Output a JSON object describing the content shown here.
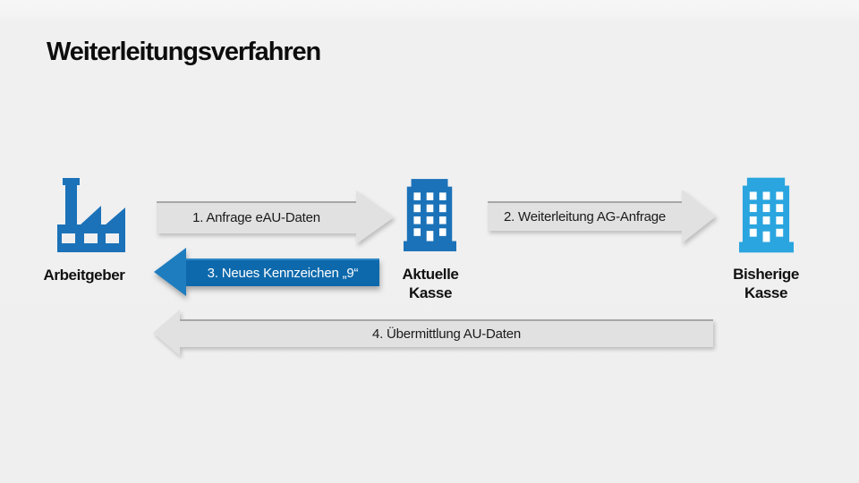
{
  "title": "Weiterleitungsverfahren",
  "nodes": [
    {
      "id": "arbeitgeber",
      "label": "Arbeitgeber",
      "icon": "factory-icon",
      "color": "#1b72b8"
    },
    {
      "id": "aktuelle-kasse",
      "label": "Aktuelle Kasse",
      "label_lines": {
        "0": "Aktuelle",
        "1": "Kasse"
      },
      "icon": "building-icon",
      "color": "#1b72b8"
    },
    {
      "id": "bisherige-kasse",
      "label": "Bisherige Kasse",
      "label_lines": {
        "0": "Bisherige",
        "1": "Kasse"
      },
      "icon": "building-icon",
      "color": "#2aa5df"
    }
  ],
  "arrows": [
    {
      "step": 1,
      "label": "1. Anfrage eAU-Daten",
      "direction": "right",
      "style": "gray",
      "from": "arbeitgeber",
      "to": "aktuelle-kasse"
    },
    {
      "step": 2,
      "label": "2. Weiterleitung  AG-Anfrage",
      "direction": "right",
      "style": "gray",
      "from": "aktuelle-kasse",
      "to": "bisherige-kasse"
    },
    {
      "step": 3,
      "label": "3. Neues Kennzeichen „9“",
      "direction": "left",
      "style": "blue",
      "from": "aktuelle-kasse",
      "to": "arbeitgeber"
    },
    {
      "step": 4,
      "label": "4. Übermittlung AU-Daten",
      "direction": "left",
      "style": "gray",
      "from": "bisherige-kasse",
      "to": "arbeitgeber"
    }
  ],
  "colors": {
    "background": "#f0f0f1",
    "gray_arrow_fill": "#e1e1e2",
    "gray_arrow_edge": "#a7a7a8",
    "blue_arrow_body": "#0d69ac",
    "blue_arrow_head": "#1e7dbf",
    "dark_blue_icon": "#1b72b8",
    "light_blue_icon": "#2aa5df",
    "text": "#111111"
  }
}
